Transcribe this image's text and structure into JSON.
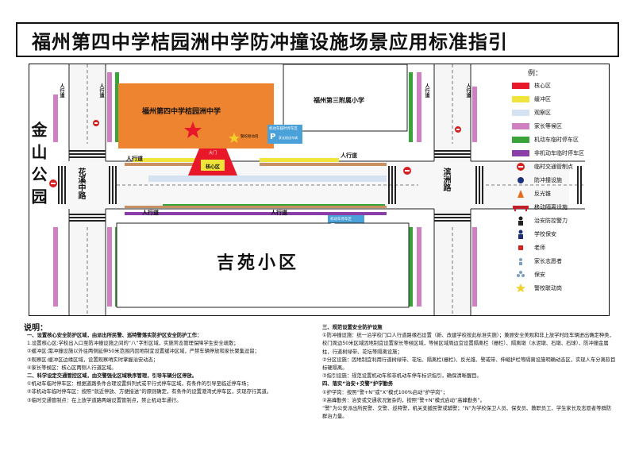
{
  "title": "福州第四中学桔园洲中学防冲撞设施场景应用标准指引",
  "map": {
    "park_label": "金山公园",
    "school_label": "福州第四中学桔园洲中学",
    "affiliate_label": "福州第三附属小学",
    "community_label": "吉苑小区",
    "road_left": "花溪中路",
    "road_right": "滨洲路",
    "sidewalk": "人行道",
    "core_label": "核心区",
    "gate_label": "大门",
    "gate_small": "警校联动岗",
    "parking_label_top": "机动车临时停车区",
    "parking_label_bottom": "机动车停车区",
    "parking_p": "P",
    "parking_sub": "家长接送车辆"
  },
  "legend": {
    "heading": "例：",
    "items": [
      {
        "label": "核心区",
        "color": "#e8172a",
        "kind": "swatch"
      },
      {
        "label": "缓冲区",
        "color": "#f0e33a",
        "kind": "swatch"
      },
      {
        "label": "观察区",
        "color": "#d5e2f2",
        "kind": "swatch"
      },
      {
        "label": "家长等候区",
        "color": "#d080c0",
        "kind": "swatch"
      },
      {
        "label": "机动车临时停车区",
        "color": "#3aa33a",
        "kind": "swatch"
      },
      {
        "label": "非机动车临时停车区",
        "color": "#8a3fa8",
        "kind": "swatch"
      },
      {
        "label": "临时交通管制点",
        "color": "#d62020",
        "kind": "no-entry-icon"
      },
      {
        "label": "防冲撞设施",
        "color": "#1b2f7a",
        "kind": "dot-icon"
      },
      {
        "label": "反光锥",
        "color": "#e86a1a",
        "kind": "cone-icon"
      },
      {
        "label": "移动隔离设施",
        "color": "#c0202a",
        "kind": "barrier-icon"
      },
      {
        "label": "治安防控警力",
        "color": "#222222",
        "kind": "police-icon"
      },
      {
        "label": "学校保安",
        "color": "#1b2f7a",
        "kind": "guard-icon"
      },
      {
        "label": "老师",
        "color": "#d62020",
        "kind": "square-icon"
      },
      {
        "label": "家长志愿者",
        "color": "#7a9ec0",
        "kind": "person-icon"
      },
      {
        "label": "保安",
        "color": "#7a9ec0",
        "kind": "flower-icon"
      },
      {
        "label": "警校联动岗",
        "color": "#f2d02a",
        "kind": "star-icon"
      }
    ]
  },
  "notes": {
    "heading": "说明：",
    "col1": [
      {
        "text": "一、设置核心安全防护区域，由派出所民警、巡特警落实防护区安全防护工作：",
        "bold": true
      },
      {
        "text": "1.设置核心区:学校出入口至防冲撞设施之间的“八”字形区域，实施常态管理保障学生安全疏散；",
        "bold": false
      },
      {
        "text": "②缓冲区:需冲撞设施以外往两侧延伸50米范围内因地制宜设置缓冲区域，严禁车辆停放和家长聚集逗留；",
        "bold": false
      },
      {
        "text": "③观察区:缓冲区边缘区域，设置观察哨实时掌握治安动态；",
        "bold": false
      },
      {
        "text": "④家长等候区：核心区两侧人行道区域。",
        "bold": false
      },
      {
        "text": "二、科学设定交通管控区域，由交警强化区域秩序管理，引导车辆分区停放。",
        "bold": true
      },
      {
        "text": "①机动车临时停车区：根据道路条件合理设置斜列式或平行式停车区域，有条件的引导至临近停车场；",
        "bold": false
      },
      {
        "text": "②非机动车临时停车区：按照“就近停放、方便接送”的原则确定，有条件的设置港湾式停车区，实现存行其道。",
        "bold": false
      },
      {
        "text": "③临时交通管制点：在上放学道路两端设置管制点，禁止机动车通行。",
        "bold": false
      }
    ],
    "col2": [
      {
        "text": "三、规范设置安全防护设施",
        "bold": true
      },
      {
        "text": "①防冲撞设施：统一沿学校门口人行道路缘石设置（新、改建学校按此标准实施）；兼顾安全美观和非上放学时段车辆进出确定种类，校门周边50米区域因地制宜设置家长等候区域，等候区域周边宜设置隔离栏（栅栏）、隔离墩（水泥墩、石墩、石球）、防冲撞金属柱，行道树绿带、花坛等隔离设施；",
        "bold": false
      },
      {
        "text": "②分区设施：因地制宜利用行道树绿带、花坛、隔离栏(栅栏)、反光锥、警戒带、伸缩护栏等隔离设施明确动态区，实现人车分离软目标硬隔离。",
        "bold": false
      },
      {
        "text": "③指引设施：规范设置机动车和非机动车停车标识指引，确保清晰醒目。",
        "bold": false
      },
      {
        "text": "四、落实“治安+交警”护学勤务",
        "bold": true
      },
      {
        "text": "①护学岗：按照“警+N”或“X”模式100%启动“护学岗”；",
        "bold": false
      },
      {
        "text": "②高峰勤务：治安或交通状况复杂的，按照“警+N”模式启动“高峰勤务”。",
        "bold": false
      },
      {
        "text": "“警”为公安派出所民警、交警、巡特警，机关支援民警或辅警；“N”为学校保卫人员、保安员、教职员工、学生家长及志愿者等群防群治力量。",
        "bold": false
      }
    ]
  }
}
